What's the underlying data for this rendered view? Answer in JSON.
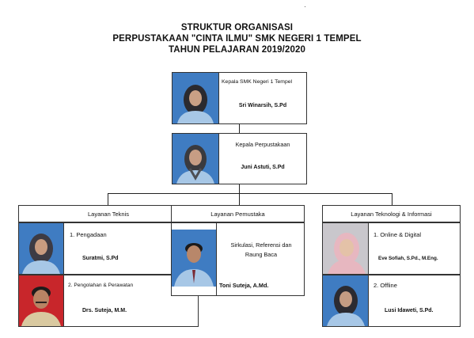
{
  "title": {
    "line1": "STRUKTUR ORGANISASI",
    "line2": "PERPUSTAKAAN \"CINTA ILMU\" SMK NEGERI 1 TEMPEL",
    "line3": "TAHUN PELAJARAN 2019/2020"
  },
  "head": {
    "role": "Kepala SMK Negeri 1 Tempel",
    "name": "Sri Winarsih, S.Pd"
  },
  "librarian": {
    "role": "Kepala Perpustakaan",
    "name": "Juni Astuti, S.Pd"
  },
  "technical": {
    "title": "Layanan Teknis",
    "items": [
      {
        "label": "1.   Pengadaan",
        "name": "Suratmi, S.Pd"
      },
      {
        "label": "2.  Pengolahan & Perawatan",
        "name": "Drs. Suteja, M.M."
      }
    ]
  },
  "reader": {
    "title": "Layanan Pemustaka",
    "desc": "Sirkulasi, Referensi dan Raung Baca",
    "name": "Toni Suteja, A.Md."
  },
  "tech_info": {
    "title": "Layanan Teknologi & Informasi",
    "items": [
      {
        "label": "1.   Online & Digital",
        "name": "Eve Sofiah, S.Pd., M.Eng."
      },
      {
        "label": "2.   Offline",
        "name": "Lusi Idaweti, S.Pd."
      }
    ]
  },
  "colors": {
    "photo_bg_blue": "#3f7cc2",
    "photo_bg_red": "#c8262b",
    "photo_bg_light": "#c9c7cc",
    "uniform": "#a7c7e6",
    "hijab_dark": "#2b2a2f",
    "hijab_pink": "#e7b7c0",
    "line": "#222222"
  }
}
